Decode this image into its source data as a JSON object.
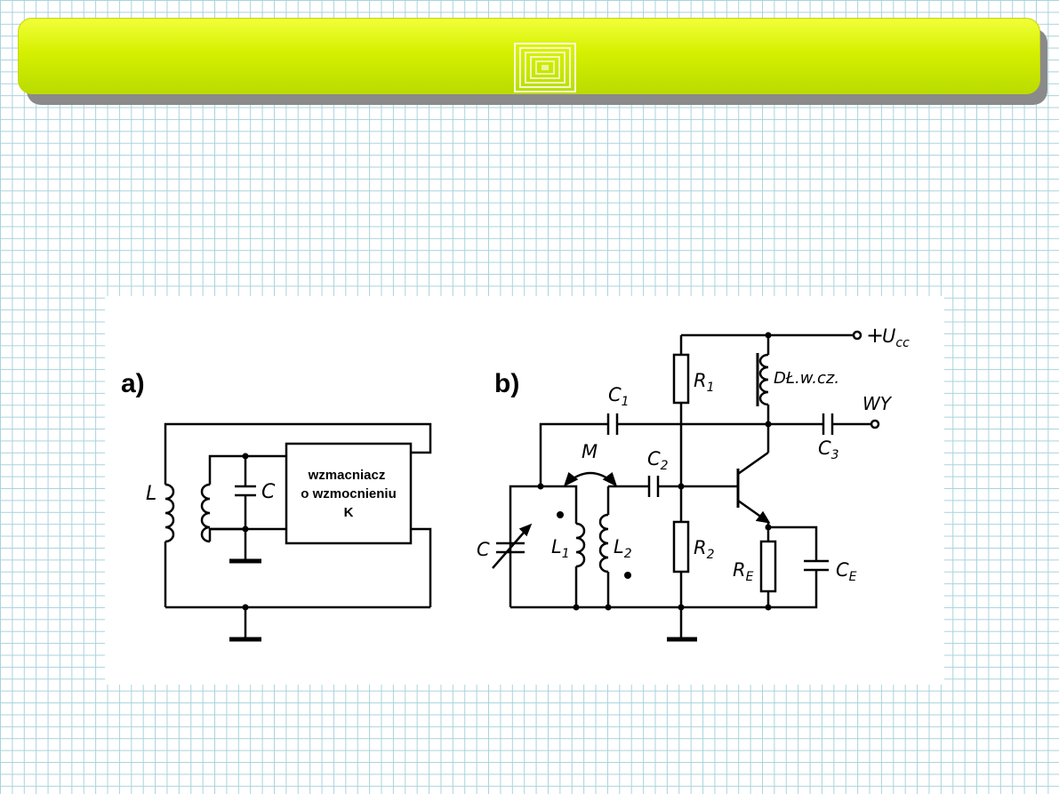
{
  "slide": {
    "title": "",
    "accent_color": "#d5f000",
    "grid_color": "#a9d3dd"
  },
  "diagram_a": {
    "panel_label": "a)",
    "inductor_label": "L",
    "capacitor_label": "C",
    "amplifier_lines": [
      "wzmacniacz",
      "o wzmocnieniu",
      "K"
    ]
  },
  "diagram_b": {
    "panel_label": "b)",
    "labels": {
      "c1": "C",
      "c1_sub": "1",
      "c2": "C",
      "c2_sub": "2",
      "c3": "C",
      "c3_sub": "3",
      "ce": "C",
      "ce_sub": "E",
      "r1": "R",
      "r1_sub": "1",
      "r2": "R",
      "r2_sub": "2",
      "re": "R",
      "re_sub": "E",
      "l1": "L",
      "l1_sub": "1",
      "l2": "L",
      "l2_sub": "2",
      "m": "M",
      "c_var": "C",
      "choke": "DŁ.w.cz.",
      "ucc_plus": "+",
      "ucc": "U",
      "ucc_sub": "cc",
      "out": "WY"
    }
  }
}
